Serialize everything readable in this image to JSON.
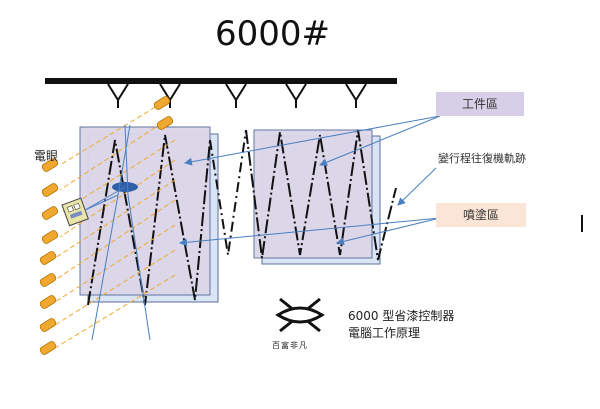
{
  "title": "6000#",
  "labels": {
    "eye": "電眼",
    "work_area": "工件區",
    "spray_area": "噴塗區",
    "track": "變行程往復機軌跡",
    "controller_line1": "6000 型省漆控制器",
    "controller_line2": "電腦工作原理",
    "logo_text": "百富非凡"
  },
  "colors": {
    "workpiece_fill": "#dcd6e8",
    "workpiece_border": "#5b6f9c",
    "sensor_beam": "#f0a830",
    "arrow": "#4a7fc1",
    "work_label_bg": "#d7cfe7",
    "spray_label_bg": "#fbe5d6"
  },
  "icons": [
    "electric-eye-sensor-icon",
    "spray-gun-icon",
    "company-logo-icon"
  ]
}
